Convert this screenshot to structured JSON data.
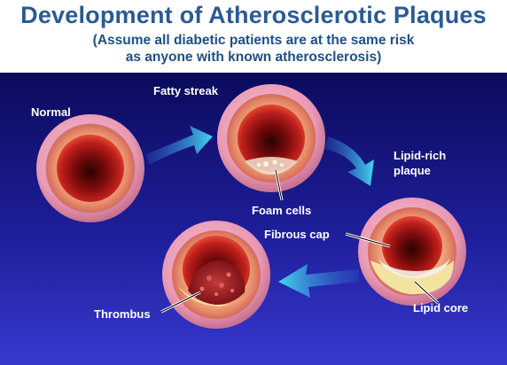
{
  "title": "Development of Atherosclerotic Plaques",
  "subtitle_line1": "(Assume all diabetic patients are at the same risk",
  "subtitle_line2": "as anyone with known atherosclerosis)",
  "labels": {
    "normal": "Normal",
    "fatty_streak": "Fatty streak",
    "foam_cells": "Foam cells",
    "lipid_rich_line1": "Lipid-rich",
    "lipid_rich_line2": "plaque",
    "fibrous_cap": "Fibrous cap",
    "lipid_core": "Lipid core",
    "thrombus": "Thrombus"
  },
  "colors": {
    "title": "#2b5a93",
    "panel_top": "#0a0a5a",
    "panel_bottom": "#3a3ad0",
    "arrow": "#3fd0e8",
    "vessel_outer": "#e79ab4",
    "lumen_center": "#3a0505",
    "lipid": "#f3e3a0",
    "thrombus": "#a8202a"
  }
}
